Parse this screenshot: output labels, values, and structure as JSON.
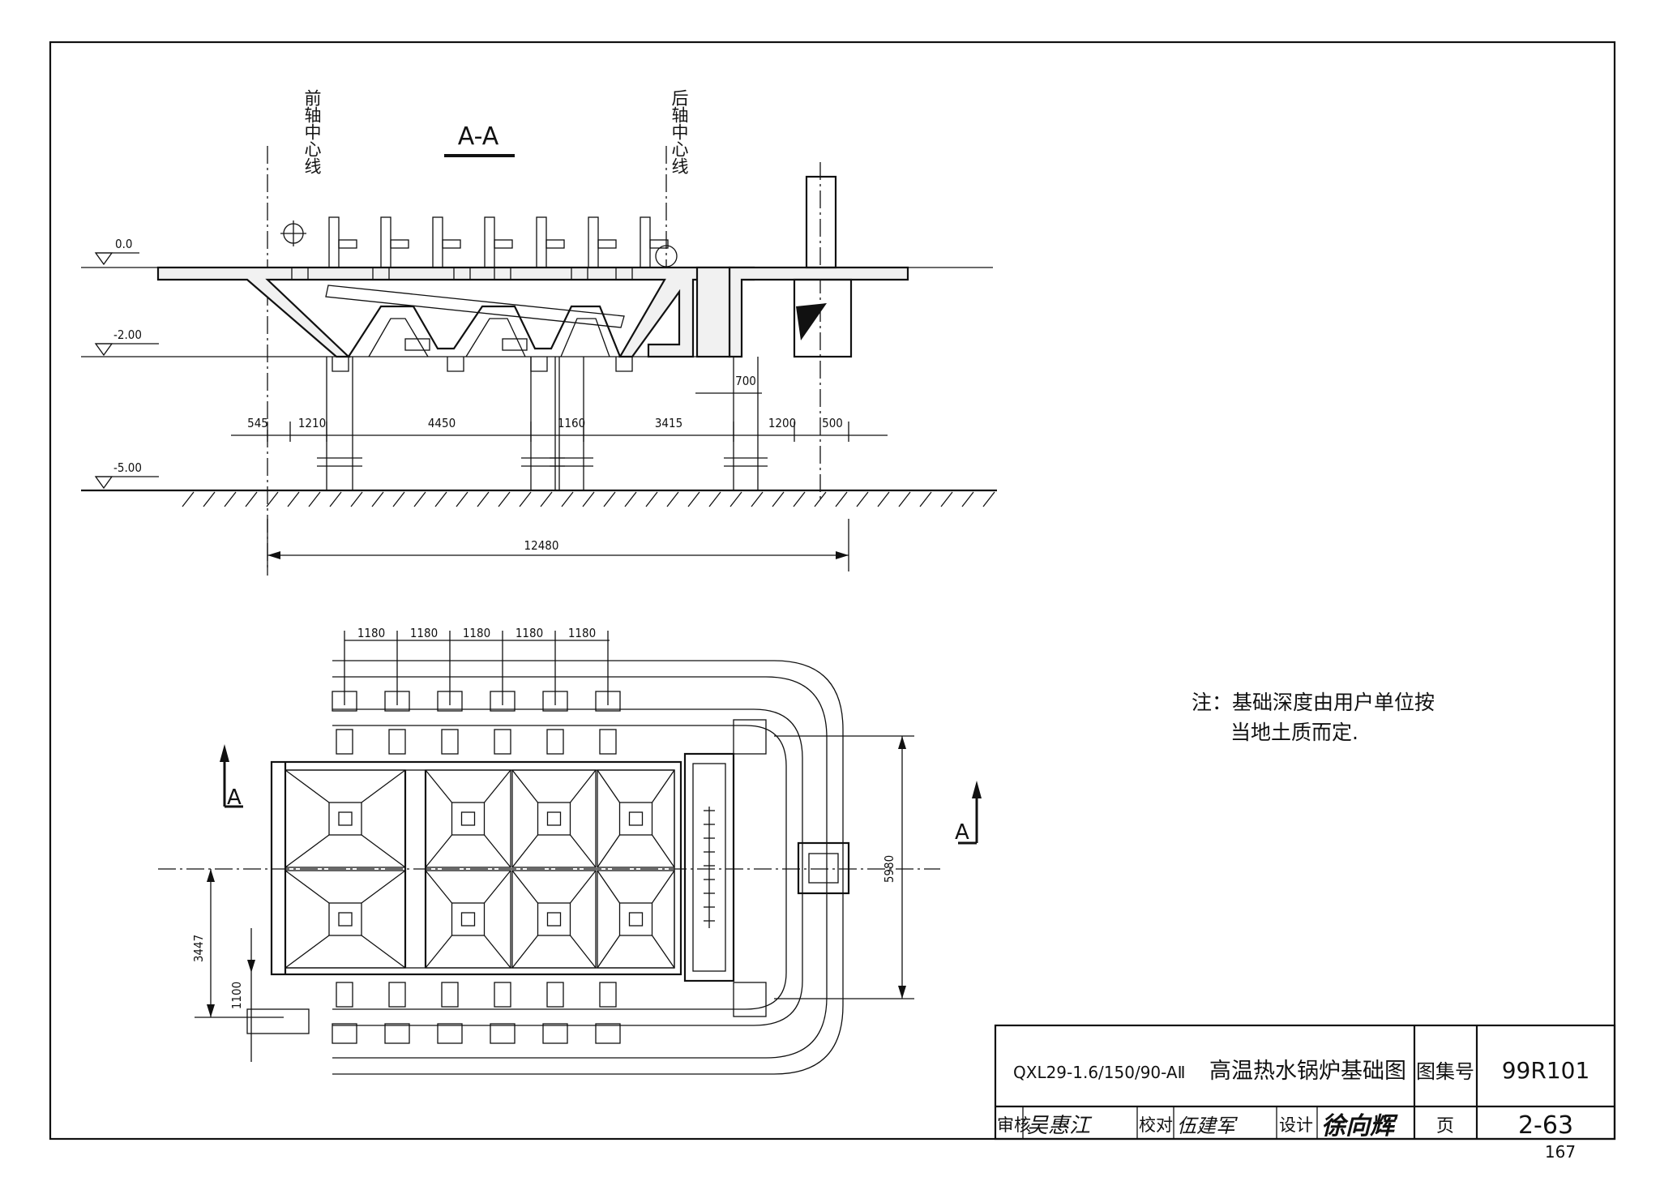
{
  "section": {
    "title": "A-A",
    "front_axis": "前轴中心线",
    "rear_axis": "后轴中心线",
    "levels": [
      "0.0",
      "-2.00",
      "-5.00"
    ],
    "dims_bottom": [
      "545",
      "1210",
      "4450",
      "1160",
      "3415",
      "1200",
      "500"
    ],
    "dim_700": "700",
    "dim_total": "12480"
  },
  "plan": {
    "dims_top": [
      "1180",
      "1180",
      "1180",
      "1180",
      "1180"
    ],
    "dim_right": "5980",
    "dim_left_1": "3447",
    "dim_left_2": "1100",
    "cut_label_left": "A",
    "cut_label_right": "A"
  },
  "note": {
    "line1": "注：基础深度由用户单位按",
    "line2": "当地土质而定."
  },
  "title_block": {
    "model": "QXL29-1.6/150/90-AⅡ",
    "drawing_name": "高温热水锅炉基础图",
    "atlas_label": "图集号",
    "atlas_no": "99R101",
    "review_label": "审核",
    "review_sig": "吴惠江",
    "check_label": "校对",
    "check_sig": "伍建军",
    "design_label": "设计",
    "design_sig": "徐向辉",
    "page_label": "页",
    "page_no": "2-63"
  },
  "sheet_no": "167"
}
